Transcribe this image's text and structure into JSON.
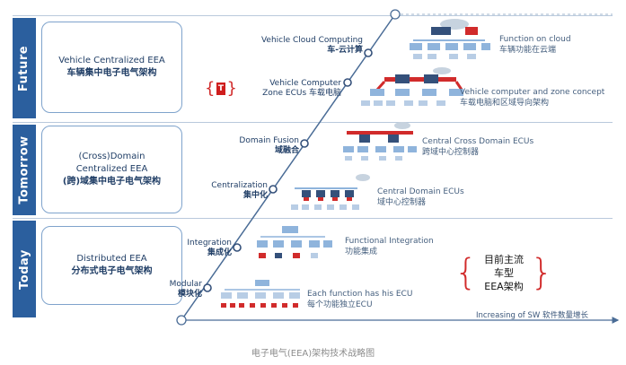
{
  "eras": [
    {
      "label": "Future"
    },
    {
      "label": "Tomorrow"
    },
    {
      "label": "Today"
    }
  ],
  "boxes": [
    {
      "en": "Vehicle Centralized EEA",
      "zh": "车辆集中电子电气架构"
    },
    {
      "en1": "(Cross)Domain",
      "en2": "Centralized EEA",
      "zh": "(跨)域集中电子电气架构"
    },
    {
      "en": "Distributed EEA",
      "zh": "分布式电子电气架构"
    }
  ],
  "stages": [
    {
      "en": "Vehicle Cloud Computing",
      "zh": "车-云计算"
    },
    {
      "en1": "Vehicle Computer",
      "en2": "Zone ECUs 车载电脑"
    },
    {
      "en": "Domain Fusion",
      "zh": "域融合"
    },
    {
      "en": "Centralization",
      "zh": "集中化"
    },
    {
      "en": "Integration",
      "zh": "集成化"
    },
    {
      "en": "Modular",
      "zh": "模块化"
    }
  ],
  "captions": [
    {
      "en": "Function on cloud",
      "zh": "车辆功能在云端"
    },
    {
      "en": "Vehicle computer and zone concept",
      "zh": "车载电脑和区域导向架构"
    },
    {
      "en": "Central Cross Domain ECUs",
      "zh": "跨域中心控制器"
    },
    {
      "en": "Central Domain ECUs",
      "zh": "域中心控制器"
    },
    {
      "en": "Functional Integration",
      "zh": "功能集成"
    },
    {
      "en": "Each function has his ECU",
      "zh": "每个功能独立ECU"
    }
  ],
  "tesla_logo": "T",
  "mainstream": {
    "line1": "目前主流车型",
    "line2": "EEA架构"
  },
  "sw_growth": "Increasing of SW 软件数量增长",
  "figure_caption": "电子电气(EEA)架构技术战略图",
  "colors": {
    "band": "#2b5f9e",
    "accent_red": "#d12b2b",
    "node_blue": "#8fb4dc",
    "node_dark": "#34507a"
  }
}
